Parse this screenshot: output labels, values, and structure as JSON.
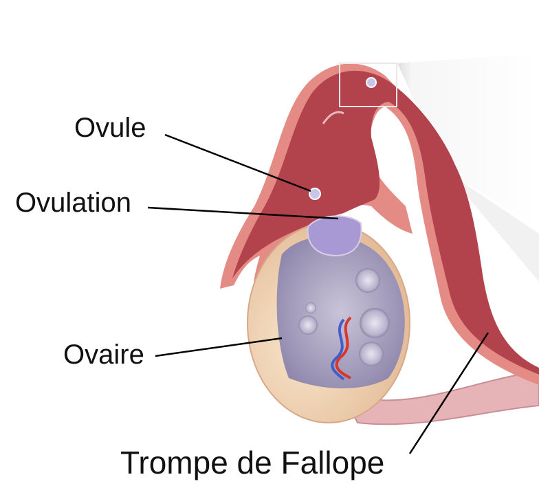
{
  "labels": {
    "ovule": "Ovule",
    "ovulation": "Ovulation",
    "ovary": "Ovaire",
    "fallopian_tube": "Trompe de Fallope"
  },
  "colors": {
    "tube": "#b2434d",
    "tube_edge": "#e58b86",
    "ovary": "#efd3ad",
    "ovary_cut": "#a8a0bd",
    "follicle": "#d9d3e6",
    "ligament": "#e6b3b6"
  }
}
